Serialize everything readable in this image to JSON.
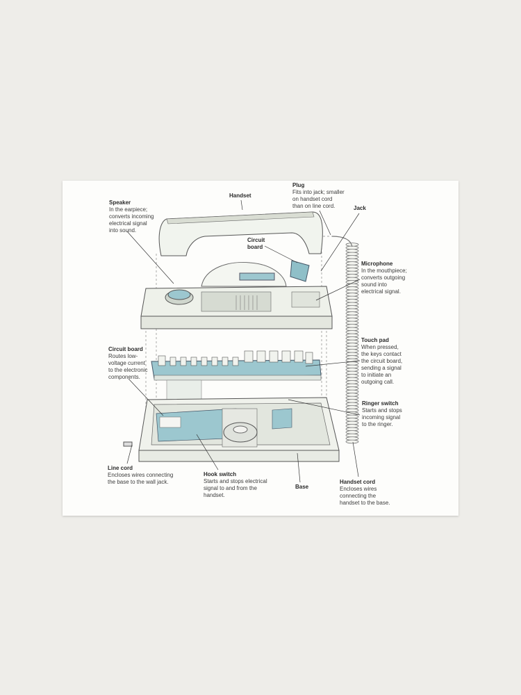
{
  "colors": {
    "wall": "#eeede9",
    "paper": "#fdfdfb",
    "accent_blue": "#9cc7cf",
    "line": "#3a3a3a"
  },
  "labels": {
    "handset": {
      "title": "Handset"
    },
    "speaker": {
      "title": "Speaker",
      "lines": [
        "In the earpiece;",
        "converts incoming",
        "electrical signal",
        "into sound."
      ]
    },
    "plug": {
      "title": "Plug",
      "lines": [
        "Fits into jack; smaller",
        "on handset cord",
        "than on line cord."
      ]
    },
    "jack": {
      "title": "Jack"
    },
    "circuit_board_top": {
      "lines": [
        "Circuit",
        "board"
      ]
    },
    "microphone": {
      "title": "Microphone",
      "lines": [
        "In the mouthpiece;",
        "converts outgoing",
        "sound into",
        "electrical signal."
      ]
    },
    "touch_pad": {
      "title": "Touch pad",
      "lines": [
        "When pressed,",
        "the keys contact",
        "the circuit board,",
        "sending a signal",
        "to initiate an",
        "outgoing call."
      ]
    },
    "circuit_board": {
      "title": "Circuit board",
      "lines": [
        "Routes low-",
        "voltage current",
        "to the electronic",
        "components."
      ]
    },
    "ringer_switch": {
      "title": "Ringer switch",
      "lines": [
        "Starts and stops",
        "incoming signal",
        "to the ringer."
      ]
    },
    "line_cord": {
      "title": "Line cord",
      "lines": [
        "Encloses wires connecting",
        "the base to the wall jack."
      ]
    },
    "hook_switch": {
      "title": "Hook switch",
      "lines": [
        "Starts and stops electrical",
        "signal to and from the",
        "handset."
      ]
    },
    "base": {
      "title": "Base"
    },
    "handset_cord": {
      "title": "Handset cord",
      "lines": [
        "Encloses wires",
        "connecting the",
        "handset to the base."
      ]
    }
  }
}
